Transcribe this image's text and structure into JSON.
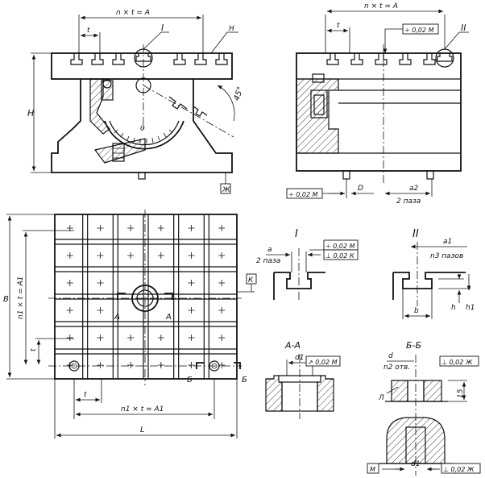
{
  "labels": {
    "front_nt": "n × t = A",
    "front_t": "t",
    "front_detail": "I",
    "front_h_mark": "H",
    "front_H": "H",
    "front_angle": "45°",
    "front_zero": "0",
    "front_zh": "Ж",
    "side_nt": "n × t = A",
    "side_t": "t",
    "side_tol": "÷ 0,02 М",
    "side_detail": "II",
    "side_tol_bottom": "÷ 0,02 М",
    "side_D": "D",
    "side_a2": "a2",
    "side_2paza": "2 паза",
    "plan_B": "B",
    "plan_n1tA1_v": "n1 × t = A1",
    "plan_t_v": "t",
    "plan_t_h": "t",
    "plan_n1tA1_h": "n1 × t = A1",
    "plan_L": "L",
    "plan_A1": "A",
    "plan_A2": "A",
    "plan_B1": "Б",
    "plan_B2": "Б",
    "plan_K": "К",
    "detI_title": "I",
    "detI_a": "a",
    "detI_2paza": "2 паза",
    "detI_tol1": "÷ 0,02 М",
    "detI_tol2": "⊥ 0,02 К",
    "detII_title": "II",
    "detII_a1": "a1",
    "detII_n3": "n3 пазов",
    "detII_h": "h",
    "detII_h1": "h1",
    "detII_b": "b",
    "secAA_title": "А-А",
    "secAA_d1": "d1",
    "secAA_tol": "↗ 0,02 М",
    "secBB_title": "Б-Б",
    "secBB_d": "d",
    "secBB_n2": "n2 отв.",
    "secBB_tol": "⊥ 0,02 Ж",
    "secBB_15": "15",
    "secBB_L": "Л",
    "bottom_M": "М",
    "bottom_d1": "d1",
    "bottom_tol": "⊥ 0,02 Ж"
  },
  "colors": {
    "ink": "#111111",
    "paper": "#ffffff"
  }
}
